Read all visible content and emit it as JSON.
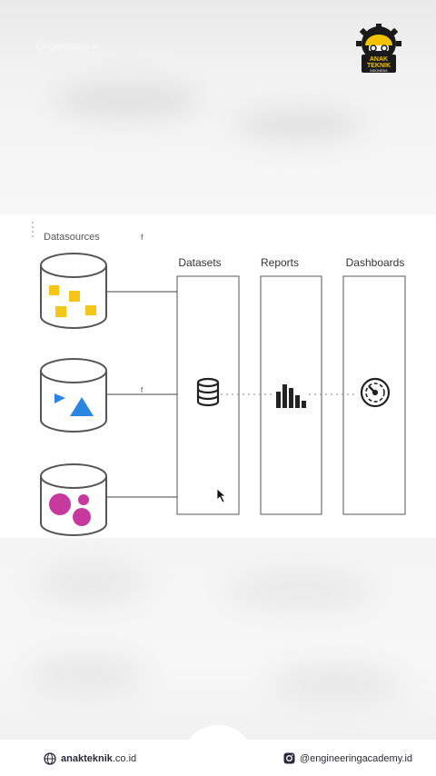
{
  "header": {
    "faded_title": "Organisasi > ...",
    "logo_line1": "ANAK",
    "logo_line2": "TEKNIK",
    "logo_line3": "INDONESIA"
  },
  "diagram": {
    "datasources_label": "Datasources",
    "columns": [
      {
        "label": "Datasets"
      },
      {
        "label": "Reports"
      },
      {
        "label": "Dashboards"
      }
    ],
    "colors": {
      "yellow": "#f5c518",
      "blue": "#2a86e0",
      "magenta": "#c53a9c",
      "stroke": "#5a5a5a",
      "icon": "#222222"
    }
  },
  "footer": {
    "left_bold": "anakteknik",
    "left_rest": ".co.id",
    "right_text": "@engineeringacademy.id"
  }
}
